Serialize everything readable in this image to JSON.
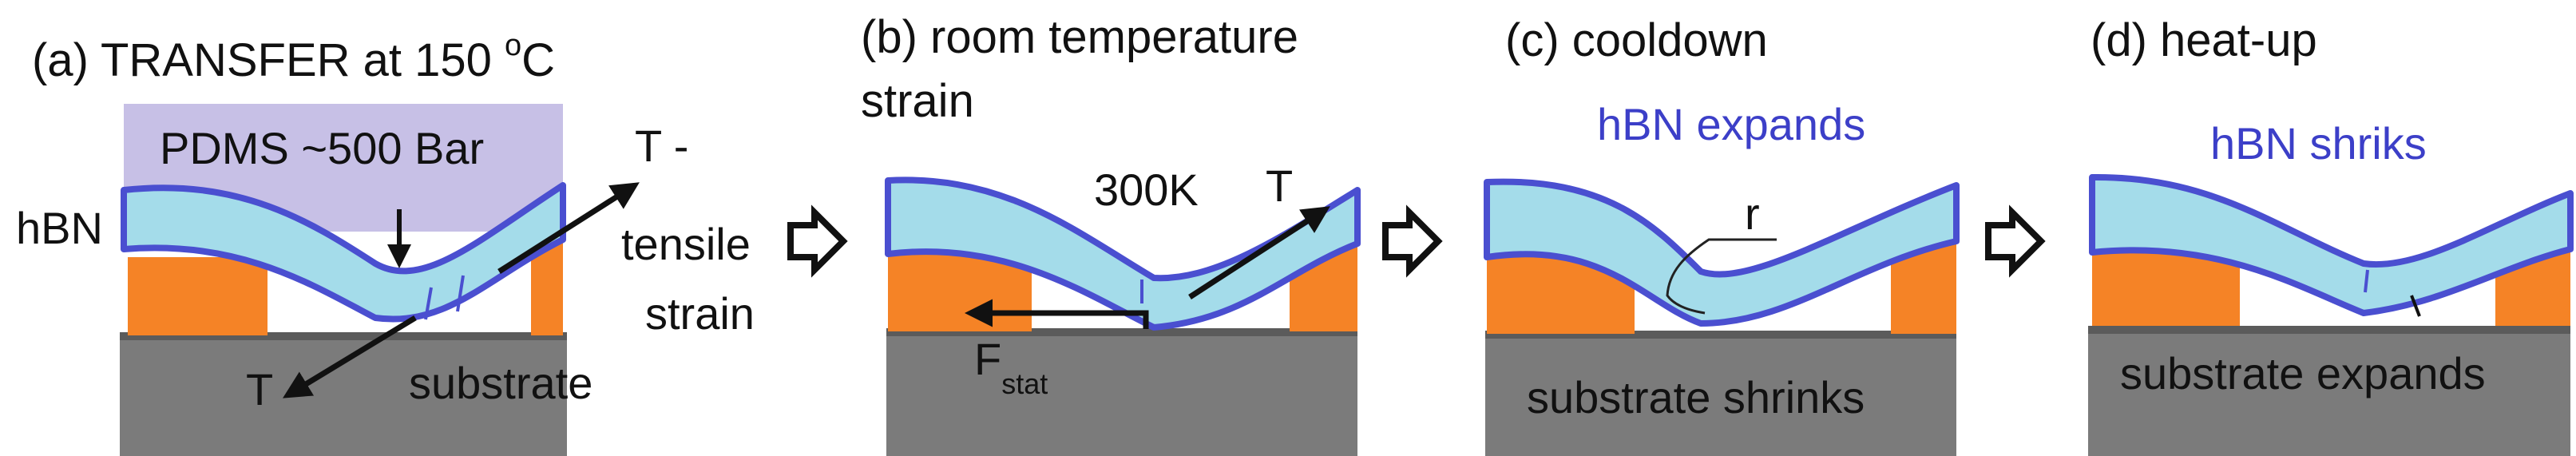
{
  "colors": {
    "pdms": "#c7c0e6",
    "hbn_fill": "#a4dcea",
    "hbn_outline": "#4a4fd0",
    "pillar": "#f58326",
    "substrate": "#7b7b7b",
    "substrate_top": "#5b5b5b",
    "label_blue": "#3c3fc8",
    "text": "#111111"
  },
  "panels": {
    "a": {
      "title_main": "(a) TRANSFER at 150 ",
      "title_sup": "o",
      "title_tail": "C",
      "pdms": "PDMS ~500 Bar",
      "hbn": "hBN",
      "t_right": "T -",
      "tensile": "tensile",
      "strain": "strain",
      "t_left": "T",
      "substrate": "substrate"
    },
    "b": {
      "title_line1": "(b) room temperature",
      "title_line2": "strain",
      "temp": "300K",
      "t": "T",
      "force_main": "F",
      "force_sub": "stat"
    },
    "c": {
      "title": "(c) cooldown",
      "hbn_state": "hBN  expands",
      "radius": "r",
      "substrate_state": "substrate shrinks"
    },
    "d": {
      "title": "(d) heat-up",
      "hbn_state": "hBN shriks",
      "substrate_state": "substrate expands"
    }
  }
}
